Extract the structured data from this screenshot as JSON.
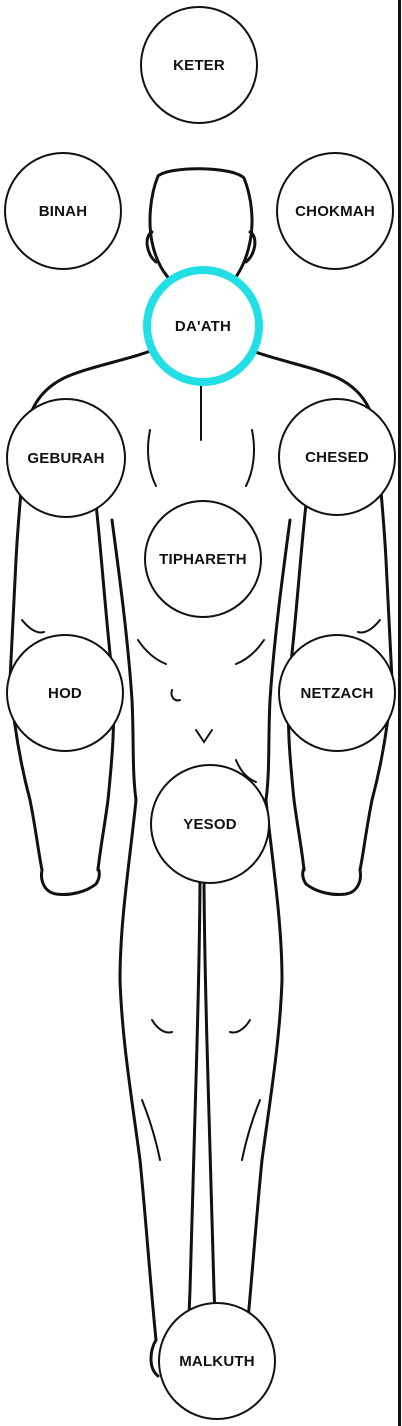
{
  "diagram": {
    "colors": {
      "outline": "#111111",
      "node_fill": "#ffffff",
      "highlight_ring": "#22dfe6",
      "background": "#ffffff"
    },
    "nodes": [
      {
        "key": "keter",
        "label": "KETER",
        "highlighted": false
      },
      {
        "key": "binah",
        "label": "BINAH",
        "highlighted": false
      },
      {
        "key": "chokmah",
        "label": "CHOKMAH",
        "highlighted": false
      },
      {
        "key": "daath",
        "label": "DA'ATH",
        "highlighted": true
      },
      {
        "key": "geburah",
        "label": "GEBURAH",
        "highlighted": false
      },
      {
        "key": "chesed",
        "label": "CHESED",
        "highlighted": false
      },
      {
        "key": "tiphareth",
        "label": "TIPHARETH",
        "highlighted": false
      },
      {
        "key": "hod",
        "label": "HOD",
        "highlighted": false
      },
      {
        "key": "netzach",
        "label": "NETZACH",
        "highlighted": false
      },
      {
        "key": "yesod",
        "label": "YESOD",
        "highlighted": false
      },
      {
        "key": "malkuth",
        "label": "MALKUTH",
        "highlighted": false
      }
    ]
  }
}
